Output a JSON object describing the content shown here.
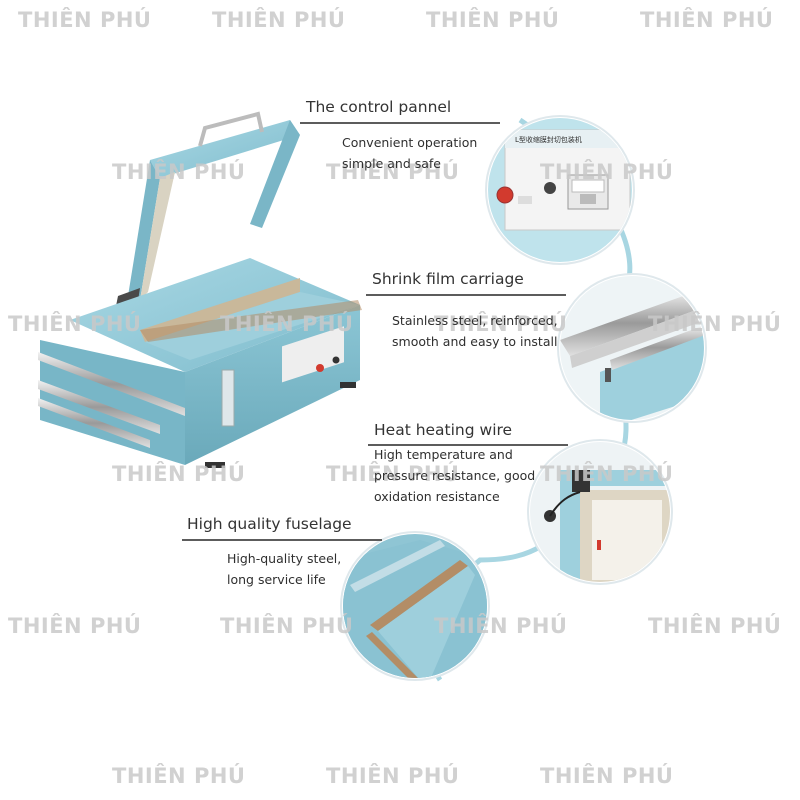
{
  "watermark": "THIÊN PHÚ",
  "features": [
    {
      "title": "The control pannel",
      "lines": [
        "Convenient operation",
        "simple and safe"
      ]
    },
    {
      "title": "Shrink film carriage",
      "lines": [
        "Stainless steel, reinforced,",
        "smooth and easy to install"
      ]
    },
    {
      "title": "Heat heating wire",
      "lines": [
        "High temperature and",
        "pressure resistance, good",
        "oxidation resistance"
      ]
    },
    {
      "title": "High quality fuselage",
      "lines": [
        "High-quality steel,",
        "long service life"
      ]
    }
  ],
  "colors": {
    "machine_blue": "#8cc7d6",
    "machine_dark": "#5f9fb1",
    "frame_tan": "#c8b89a",
    "text": "#333333",
    "connector": "#9fd0dc"
  }
}
